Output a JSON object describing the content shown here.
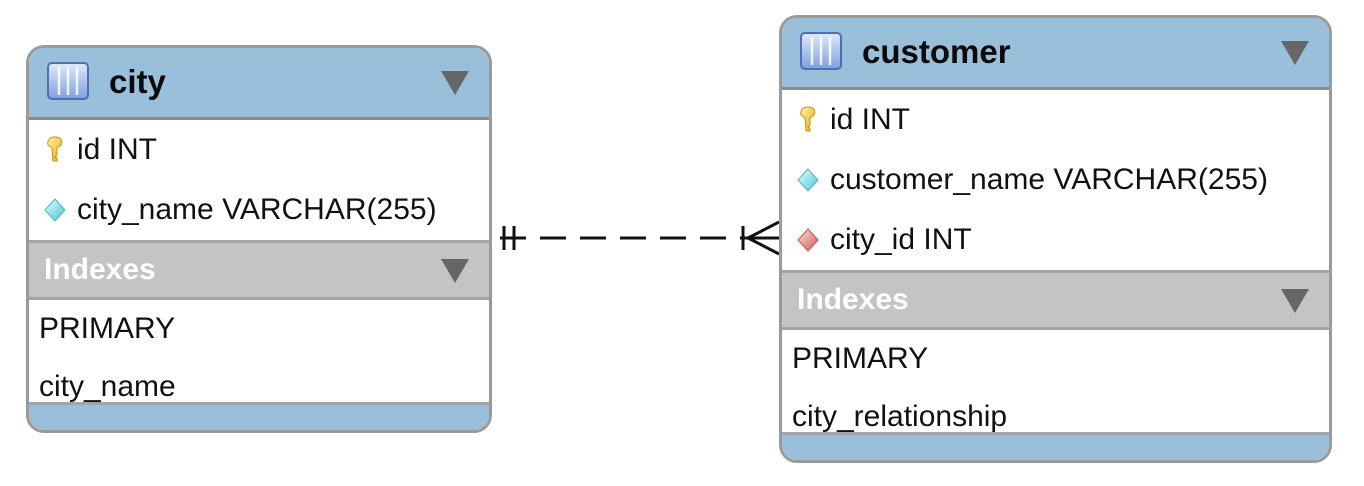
{
  "colors": {
    "header_bg": "#99bfda",
    "indexes_bg": "#c4c4c4",
    "border": "#9a9a9a",
    "relationship_line": "#111111"
  },
  "tables": [
    {
      "name": "city",
      "columns": [
        {
          "label": "id INT",
          "icon": "primary-key-icon"
        },
        {
          "label": "city_name VARCHAR(255)",
          "icon": "column-diamond-icon"
        }
      ],
      "indexes_label": "Indexes",
      "indexes": [
        "PRIMARY",
        "city_name"
      ]
    },
    {
      "name": "customer",
      "columns": [
        {
          "label": "id INT",
          "icon": "primary-key-icon"
        },
        {
          "label": "customer_name VARCHAR(255)",
          "icon": "column-diamond-icon"
        },
        {
          "label": "city_id INT",
          "icon": "foreign-key-diamond-icon"
        }
      ],
      "indexes_label": "Indexes",
      "indexes": [
        "PRIMARY",
        "city_relationship"
      ]
    }
  ],
  "relationship": {
    "from": "city",
    "to": "customer",
    "from_cardinality": "one-and-only-one",
    "to_cardinality": "one-or-many",
    "line_style": "dashed"
  }
}
